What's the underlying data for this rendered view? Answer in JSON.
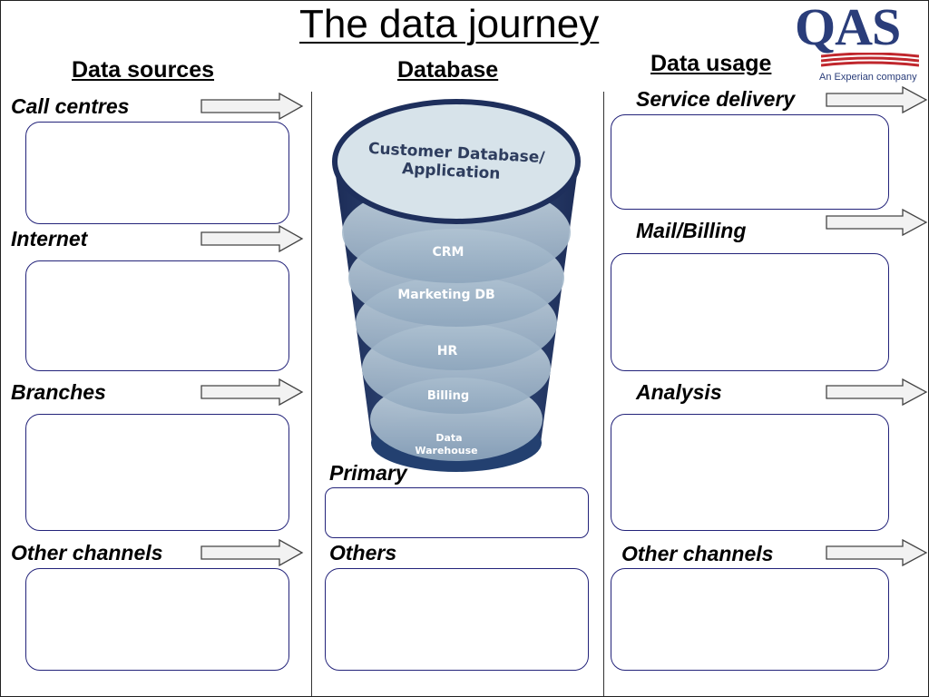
{
  "title": "The data journey",
  "logo": {
    "mark": "QAS",
    "tagline": "An Experian company",
    "color": "#2a3d7a",
    "accent": "#c0272d"
  },
  "columns": {
    "sources": "Data sources",
    "database": "Database",
    "usage": "Data usage"
  },
  "sources": [
    "Call centres",
    "Internet",
    "Branches",
    "Other channels"
  ],
  "usage": [
    "Service delivery",
    "Mail/Billing",
    "Analysis",
    "Other channels"
  ],
  "database": {
    "top_line1": "Customer Database/",
    "top_line2": "Application",
    "layers": [
      "CRM",
      "Marketing DB",
      "HR",
      "Billing"
    ],
    "base_line1": "Data",
    "base_line2": "Warehouse",
    "primary": "Primary",
    "others": "Others"
  },
  "colors": {
    "box_border": "#23237a",
    "cylinder_dark": "#1e2f5c",
    "cylinder_light": "#d7e3ea"
  }
}
